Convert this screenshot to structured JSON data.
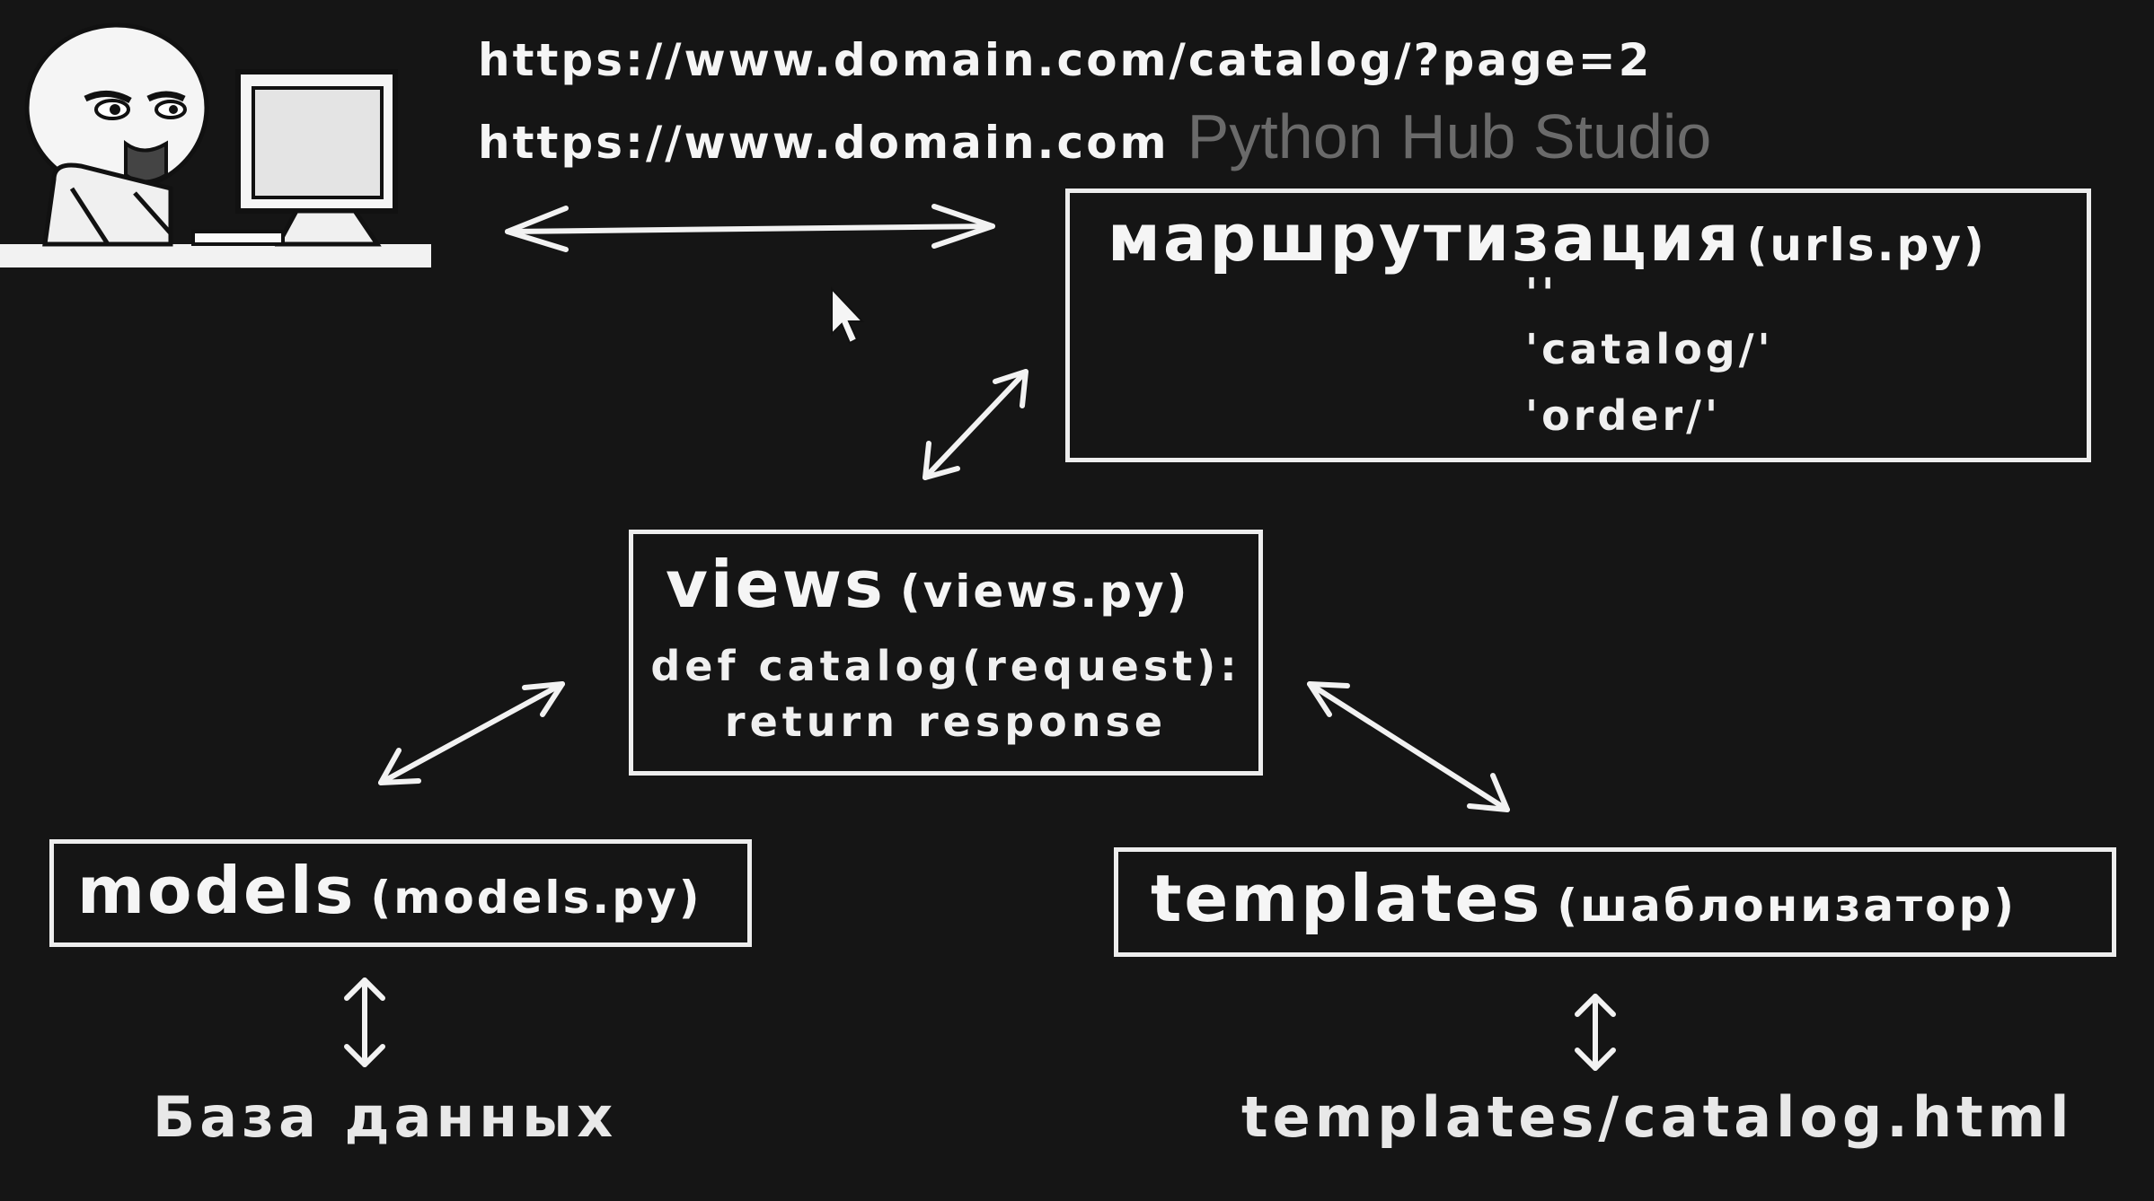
{
  "header": {
    "url_full": "https://www.domain.com/catalog/?page=2",
    "url_root": "https://www.domain.com",
    "watermark": "Python Hub Studio"
  },
  "routing": {
    "title": "маршрутизация",
    "file": "(urls.py)",
    "patterns": [
      "''",
      "'catalog/'",
      "'order/'"
    ]
  },
  "views": {
    "title": "views",
    "file": "(views.py)",
    "code_line1": "def catalog(request):",
    "code_line2": "return response"
  },
  "models": {
    "title": "models",
    "file": "(models.py)",
    "storage": "База данных"
  },
  "templates": {
    "title": "templates",
    "file": "(шаблонизатор)",
    "path": "templates/catalog.html"
  },
  "colors": {
    "background": "#151515",
    "foreground": "#f2f2f2",
    "watermark": "#6a6a6a"
  }
}
